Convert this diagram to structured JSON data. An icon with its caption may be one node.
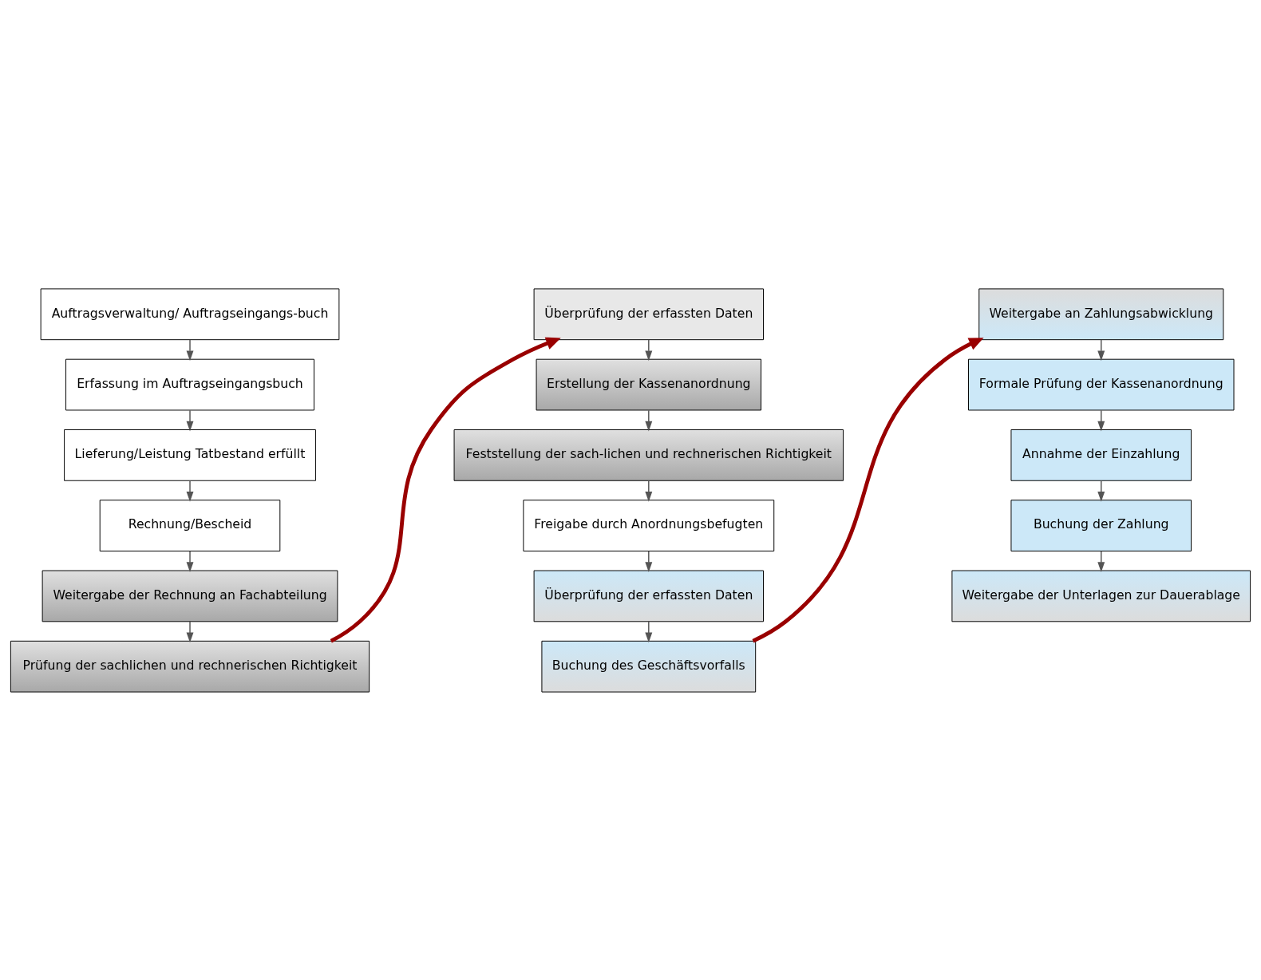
{
  "diagram": {
    "nodes": [
      {
        "text": [
          "Auftragsverwaltung/ Auftragseingangs-buch"
        ]
      },
      {
        "text": [
          "Erfassung im Auftragseingangsbuch"
        ]
      },
      {
        "text": [
          "Lieferung/Leistung Tatbestand erfüllt"
        ]
      },
      {
        "text": [
          "Rechnung/Bescheid"
        ]
      },
      {
        "text": [
          "Weitergabe der Rechnung an Fachabteilung"
        ]
      },
      {
        "text": [
          "Prüfung der sachlichen und rechnerischen Richtigkeit"
        ]
      },
      {
        "text": [
          "Überprüfung der erfassten Daten"
        ]
      },
      {
        "text": [
          "Erstellung der Kassenanordnung"
        ]
      },
      {
        "text": [
          "Feststellung der sach-lichen und rechnerischen Richtigkeit"
        ]
      },
      {
        "text": [
          "Freigabe durch Anordnungsbefugten"
        ]
      },
      {
        "text": [
          "Überprüfung der erfassten Daten"
        ]
      },
      {
        "text": [
          "Buchung des Geschäftsvorfalls"
        ]
      },
      {
        "text": [
          "Weitergabe an Zahlungsabwicklung"
        ]
      },
      {
        "text": [
          "Formale Prüfung der Kassenanordnung"
        ]
      },
      {
        "text": [
          "Annahme der Einzahlung"
        ]
      },
      {
        "text": [
          "Buchung der Zahlung"
        ]
      },
      {
        "text": [
          "Weitergabe der Unterlagen zur Dauerablage"
        ]
      }
    ],
    "edges": [
      {
        "from": 0,
        "to": 1,
        "arrow": "to"
      },
      {
        "from": 1,
        "to": 2,
        "arrow": "to"
      },
      {
        "from": 2,
        "to": 3,
        "arrow": "to"
      },
      {
        "from": 3,
        "to": 4,
        "arrow": "to"
      },
      {
        "from": 4,
        "to": 5,
        "arrow": "to"
      },
      {
        "from": 5,
        "to": 6,
        "arrow": "to",
        "style": "thick",
        "color": "#990000"
      },
      {
        "from": 6,
        "to": 7,
        "arrow": "to"
      },
      {
        "from": 7,
        "to": 8,
        "arrow": "to"
      },
      {
        "from": 8,
        "to": 9,
        "arrow": "to"
      },
      {
        "from": 9,
        "to": 10,
        "arrow": "to"
      },
      {
        "from": 10,
        "to": 11,
        "arrow": "to"
      },
      {
        "from": 11,
        "to": 12,
        "arrow": "to",
        "style": "thick",
        "color": "#990000"
      },
      {
        "from": 12,
        "to": 13,
        "arrow": "to"
      },
      {
        "from": 13,
        "to": 14,
        "arrow": "to"
      },
      {
        "from": 14,
        "to": 15,
        "arrow": "to"
      },
      {
        "from": 15,
        "to": 16,
        "arrow": "to"
      }
    ]
  }
}
